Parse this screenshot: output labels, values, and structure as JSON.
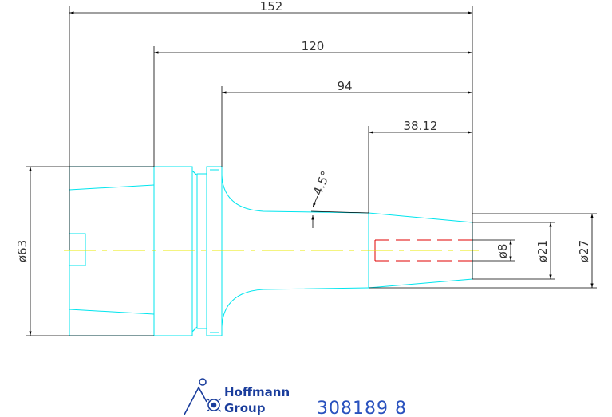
{
  "colors": {
    "outline": "#00e5ee",
    "dimension": "#000000",
    "centerline": "#e8e800",
    "hidden": "#e00000",
    "logo": "#1a3d9c",
    "part_number": "#2a52be"
  },
  "dimensions": {
    "overall": "152",
    "flange": "120",
    "neck": "94",
    "taper_length": "38.12",
    "angle": "4.5°",
    "dia_body": "ø63",
    "dia_tip": "ø27",
    "dia_inner": "ø21",
    "dia_bore": "ø8"
  },
  "logo": {
    "line1": "Hoffmann",
    "line2": "Group",
    "icon": "hoffmann-logo-icon"
  },
  "part_number": "308189 8"
}
